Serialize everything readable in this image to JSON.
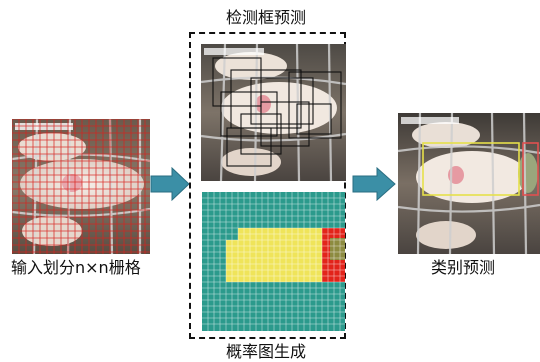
{
  "labels": {
    "input": "输入划分n×n栅格",
    "detection": "检测框预测",
    "probability": "概率图生成",
    "classification": "类别预测"
  },
  "colors": {
    "arrow_fill": "#3b8fa6",
    "grid_red": "#d8231f",
    "prob_teal": "#2b9a8c",
    "prob_yellow": "#efe45a",
    "prob_red": "#e2231a",
    "prob_olive": "#8d8b40",
    "det_box": "#111111",
    "class_box_pig": "#e6e04a",
    "class_box_other": "#e05050"
  }
}
